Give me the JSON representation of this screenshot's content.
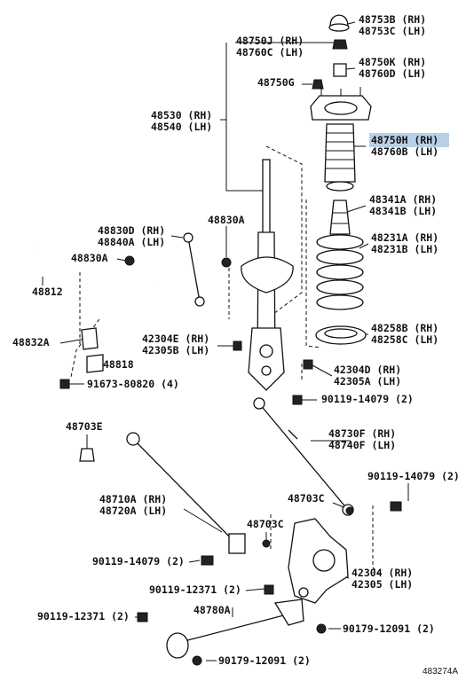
{
  "highlight_color": "#b9cfe6",
  "diagram_ref": "483274A",
  "labels": {
    "l48753": [
      "48753B (RH)",
      "48753C (LH)"
    ],
    "l48750j": [
      "48750J (RH)",
      "48760C (LH)"
    ],
    "l48750k": [
      "48750K (RH)",
      "48760D (LH)"
    ],
    "l48750g": [
      "48750G"
    ],
    "l48530": [
      "48530 (RH)",
      "48540 (LH)"
    ],
    "l48750h": [
      "48750H (RH)",
      "48760B (LH)"
    ],
    "l48341": [
      "48341A (RH)",
      "48341B (LH)"
    ],
    "l48830d": [
      "48830D (RH)",
      "48840A (LH)"
    ],
    "l48830a_top": [
      "48830A"
    ],
    "l48231": [
      "48231A (RH)",
      "48231B (LH)"
    ],
    "l48830a_left": [
      "48830A"
    ],
    "l48812": [
      "48812"
    ],
    "l48832": [
      "48832A"
    ],
    "l48818": [
      "48818"
    ],
    "l42304e": [
      "42304E (RH)",
      "42305B (LH)"
    ],
    "l48258": [
      "48258B (RH)",
      "48258C (LH)"
    ],
    "l42304d": [
      "42304D (RH)",
      "42305A (LH)"
    ],
    "l91673": [
      "91673-80820 (4)"
    ],
    "l90119_top": [
      "90119-14079 (2)"
    ],
    "l48703e": [
      "48703E"
    ],
    "l48730": [
      "48730F (RH)",
      "48740F (LH)"
    ],
    "l90119_right": [
      "90119-14079 (2)"
    ],
    "l48703c_r": [
      "48703C"
    ],
    "l48710": [
      "48710A (RH)",
      "48720A (LH)"
    ],
    "l48703c_m": [
      "48703C"
    ],
    "l90119_left": [
      "90119-14079 (2)"
    ],
    "l42304": [
      "42304 (RH)",
      "42305 (LH)"
    ],
    "l90119_12371_mid": [
      "90119-12371 (2)"
    ],
    "l48780": [
      "48780A"
    ],
    "l90119_12371_left": [
      "90119-12371 (2)"
    ],
    "l90179_right": [
      "90179-12091 (2)"
    ],
    "l90179_bottom": [
      "90179-12091 (2)"
    ]
  }
}
